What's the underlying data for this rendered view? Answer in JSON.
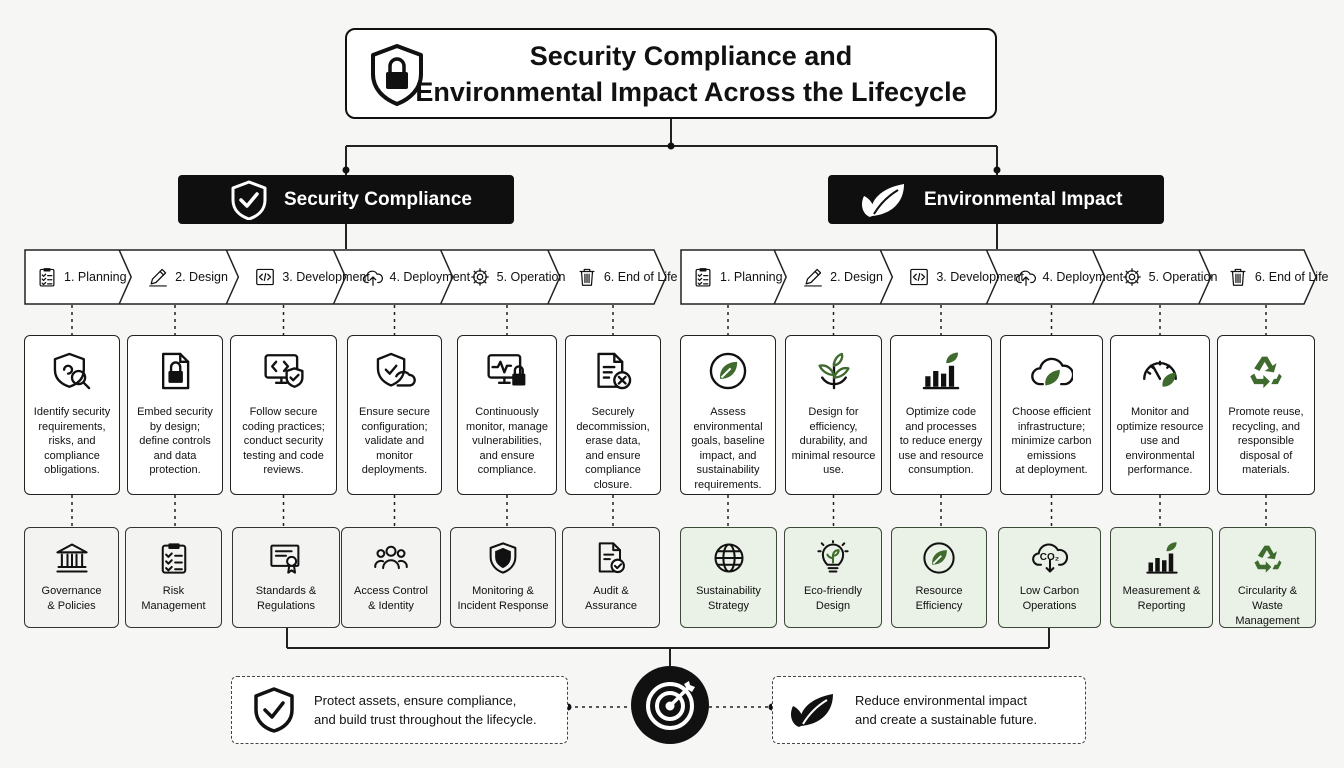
{
  "title": {
    "line1": "Security Compliance and",
    "line2": "Environmental Impact Across the Lifecycle",
    "icon": "shield-lock-icon"
  },
  "security": {
    "header": "Security Compliance",
    "header_icon": "shield-check-icon",
    "phases": [
      {
        "label": "1. Planning",
        "icon": "clipboard-checklist-icon"
      },
      {
        "label": "2. Design",
        "icon": "pencil-icon"
      },
      {
        "label": "3. Development",
        "icon": "code-window-icon"
      },
      {
        "label": "4. Deployment",
        "icon": "cloud-upload-icon"
      },
      {
        "label": "5. Operation",
        "icon": "gear-icon"
      },
      {
        "label": "6. End of Life",
        "icon": "trash-icon"
      }
    ],
    "descriptions": [
      {
        "text": [
          "Identify security",
          "requirements,",
          "risks, and",
          "compliance",
          "obligations."
        ],
        "icon": "shield-magnifier-icon"
      },
      {
        "text": [
          "Embed security",
          "by design;",
          "define controls",
          "and data",
          "protection."
        ],
        "icon": "document-lock-icon"
      },
      {
        "text": [
          "Follow secure",
          "coding practices;",
          "conduct security",
          "testing and code",
          "reviews."
        ],
        "icon": "monitor-code-shield-icon"
      },
      {
        "text": [
          "Ensure secure",
          "configuration;",
          "validate and",
          "monitor",
          "deployments."
        ],
        "icon": "shield-cloud-icon"
      },
      {
        "text": [
          "Continuously",
          "monitor, manage",
          "vulnerabilities,",
          "and ensure",
          "compliance."
        ],
        "icon": "monitor-pulse-lock-icon"
      },
      {
        "text": [
          "Securely",
          "decommission,",
          "erase data,",
          "and ensure",
          "compliance",
          "closure."
        ],
        "icon": "document-x-icon"
      }
    ],
    "pillars": [
      {
        "text": [
          "Governance",
          "& Policies"
        ],
        "icon": "institution-icon"
      },
      {
        "text": [
          "Risk",
          "Management"
        ],
        "icon": "clipboard-checklist-icon"
      },
      {
        "text": [
          "Standards &",
          "Regulations"
        ],
        "icon": "certificate-icon"
      },
      {
        "text": [
          "Access Control",
          "& Identity"
        ],
        "icon": "users-group-icon"
      },
      {
        "text": [
          "Monitoring &",
          "Incident Response"
        ],
        "icon": "shield-filled-icon"
      },
      {
        "text": [
          "Audit &",
          "Assurance"
        ],
        "icon": "document-check-icon"
      }
    ]
  },
  "environment": {
    "header": "Environmental Impact",
    "header_icon": "leaves-icon",
    "phases": [
      {
        "label": "1. Planning",
        "icon": "clipboard-checklist-icon"
      },
      {
        "label": "2. Design",
        "icon": "pencil-icon"
      },
      {
        "label": "3. Development",
        "icon": "code-window-icon"
      },
      {
        "label": "4. Deployment",
        "icon": "cloud-upload-icon"
      },
      {
        "label": "5. Operation",
        "icon": "gear-icon"
      },
      {
        "label": "6. End of Life",
        "icon": "trash-icon"
      }
    ],
    "descriptions": [
      {
        "text": [
          "Assess environmental",
          "goals, baseline",
          "impact, and",
          "sustainability",
          "requirements."
        ],
        "icon": "leaf-circle-icon"
      },
      {
        "text": [
          "Design for",
          "efficiency,",
          "durability, and",
          "minimal resource",
          "use."
        ],
        "icon": "plant-sprout-icon"
      },
      {
        "text": [
          "Optimize code",
          "and processes",
          "to reduce energy",
          "use and resource",
          "consumption."
        ],
        "icon": "bar-chart-leaf-icon"
      },
      {
        "text": [
          "Choose efficient",
          "infrastructure;",
          "minimize carbon",
          "emissions",
          "at deployment."
        ],
        "icon": "cloud-leaf-icon"
      },
      {
        "text": [
          "Monitor and",
          "optimize resource",
          "use and",
          "environmental",
          "performance."
        ],
        "icon": "gauge-leaf-icon"
      },
      {
        "text": [
          "Promote reuse,",
          "recycling, and",
          "responsible",
          "disposal of",
          "materials."
        ],
        "icon": "recycle-icon"
      }
    ],
    "pillars": [
      {
        "text": [
          "Sustainability",
          "Strategy"
        ],
        "icon": "globe-icon"
      },
      {
        "text": [
          "Eco-friendly",
          "Design"
        ],
        "icon": "lightbulb-leaf-icon"
      },
      {
        "text": [
          "Resource",
          "Efficiency"
        ],
        "icon": "leaf-circle-icon"
      },
      {
        "text": [
          "Low Carbon",
          "Operations"
        ],
        "icon": "co2-cloud-icon",
        "icon_label": "CO₂"
      },
      {
        "text": [
          "Measurement &",
          "Reporting"
        ],
        "icon": "bar-chart-leaf-icon"
      },
      {
        "text": [
          "Circularity &",
          "Waste",
          "Management"
        ],
        "icon": "recycle-icon"
      }
    ]
  },
  "outcomes": {
    "security": [
      "Protect assets, ensure compliance,",
      "and build trust throughout the lifecycle."
    ],
    "security_icon": "shield-check-icon",
    "environment": [
      "Reduce environmental impact",
      "and create a sustainable future."
    ],
    "environment_icon": "leaves-icon",
    "center_icon": "target-arrow-icon"
  },
  "colors": {
    "dark": "#0f0f0f",
    "green_icon": "#3f6b2e",
    "green_card": "#eaf1e6",
    "card": "#ffffff",
    "background": "#f6f6f4"
  }
}
